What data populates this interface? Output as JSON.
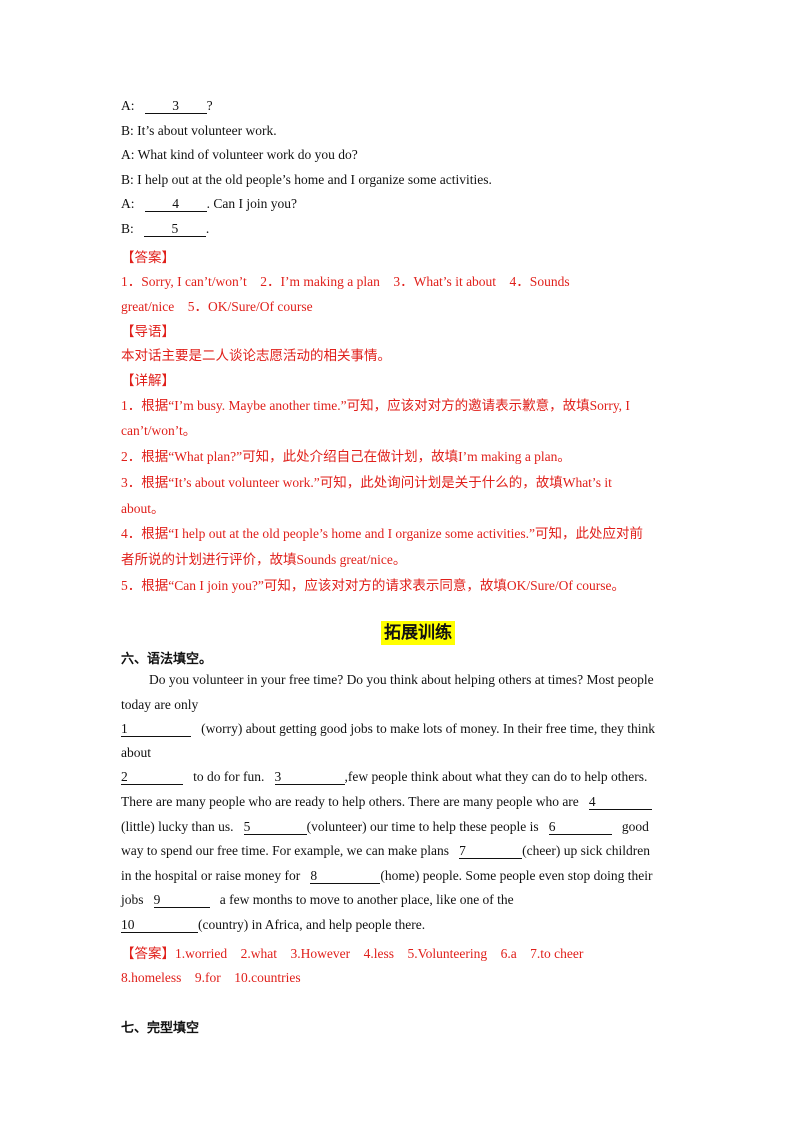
{
  "dialogue": {
    "a3_prefix": "A:",
    "a3_num": "3",
    "a3_suffix": "?",
    "b1": "B: It’s about volunteer work.",
    "a2": "A: What kind of volunteer work do you do?",
    "b2": "B: I help out at the old people’s home and I organize some activities.",
    "a4_prefix": "A:",
    "a4_num": "4",
    "a4_suffix": ". Can I join you?",
    "b5_prefix": "B:",
    "b5_num": "5",
    "b5_suffix": "."
  },
  "answer_section": {
    "tag": "【答案】",
    "line1": "1．Sorry, I can’t/won’t　2．I’m making a plan　3．What’s it about　4．Sounds",
    "line2": "great/nice　5．OK/Sure/Of course",
    "guide_tag": "【导语】",
    "guide_text": "本对话主要是二人谈论志愿活动的相关事情。",
    "detail_tag": "【详解】",
    "d1a": "1．根据“I’m busy. Maybe another time.”可知，应该对对方的邀请表示歉意，故填Sorry, I",
    "d1b": "can’t/won’t。",
    "d2": "2．根据“What plan?”可知，此处介绍自己在做计划，故填I’m making a plan。",
    "d3a": "3．根据“It’s about volunteer work.”可知，此处询问计划是关于什么的，故填What’s it",
    "d3b": "about。",
    "d4a": "4．根据“I help out at the old people’s home and I organize some activities.”可知，此处应对前",
    "d4b": "者所说的计划进行评价，故填Sounds great/nice。",
    "d5": "5．根据“Can I join you?”可知，应该对对方的请求表示同意，故填OK/Sure/Of course。"
  },
  "section_heading": "拓展训练",
  "part6": {
    "title": "六、语法填空。",
    "p1": "Do you volunteer in your free time? Do you think about helping others at times? Most people",
    "p2": "today are only",
    "b1": "1",
    "t3": "(worry) about getting good jobs to make lots of money. In their free time, they think",
    "t4": "about",
    "b2": "2",
    "t5a": "to do for fun.",
    "b3": "3",
    "t5b": ",few people think about what they can do to help others.",
    "t6a": "There are many people who are ready to help others. There are many people who are",
    "b4": "4",
    "t7a": "(little) lucky than us.",
    "b5": "5",
    "t7b": "(volunteer) our time to help these people is",
    "b6": "6",
    "t7c": "good",
    "t8a": "way to spend our free time. For example, we can make plans",
    "b7": "7",
    "t8b": "(cheer) up sick children",
    "t9a": "in the hospital or raise money for",
    "b8": "8",
    "t9b": "(home) people. Some people even stop doing their",
    "t10a": "jobs",
    "b9": "9",
    "t10b": "a few months to move to another place, like one of the",
    "b10": "10",
    "t11": "(country) in Africa, and help people there.",
    "answer_tag": "【答案】",
    "answer_l1": "1.worried　2.what　3.However　4.less　5.Volunteering　6.a　7.to cheer",
    "answer_l2": "8.homeless　9.for　10.countries"
  },
  "part7": {
    "title": "七、完型填空"
  }
}
